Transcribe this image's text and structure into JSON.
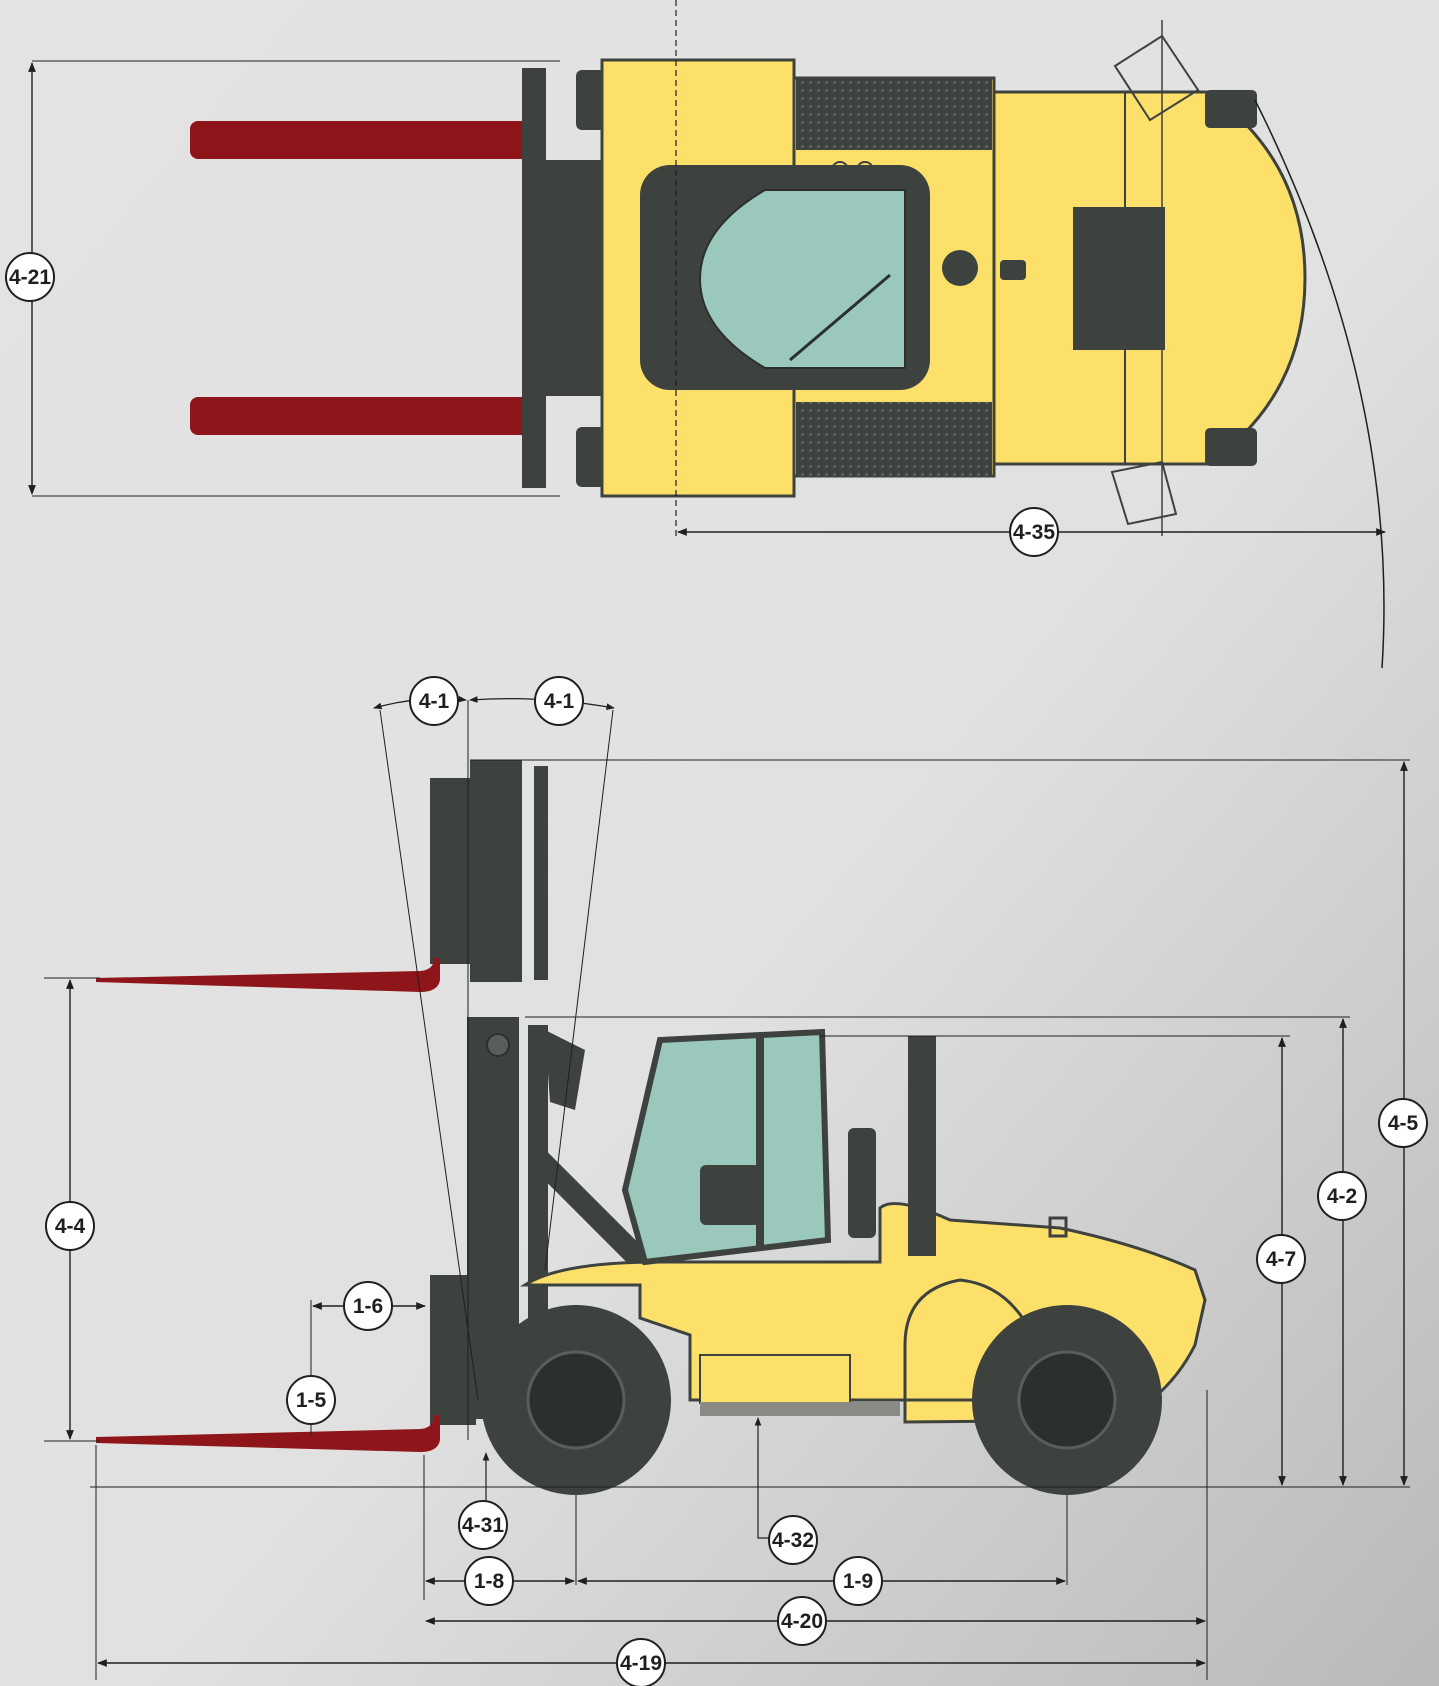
{
  "colors": {
    "background": "#e3e3e3",
    "body_yellow": "#fde06a",
    "dark_gray": "#3d423f",
    "fork_red": "#8e151a",
    "glass": "#9ac8bd",
    "line": "#1f1f1f"
  },
  "dimensions": {
    "d_4_21": "4-21",
    "d_4_35": "4-35",
    "d_4_1_left": "4-1",
    "d_4_1_right": "4-1",
    "d_4_4": "4-4",
    "d_4_5": "4-5",
    "d_4_2": "4-2",
    "d_4_7": "4-7",
    "d_1_6": "1-6",
    "d_1_5": "1-5",
    "d_4_31": "4-31",
    "d_4_32": "4-32",
    "d_1_8": "1-8",
    "d_1_9": "1-9",
    "d_4_20": "4-20",
    "d_4_19": "4-19"
  }
}
